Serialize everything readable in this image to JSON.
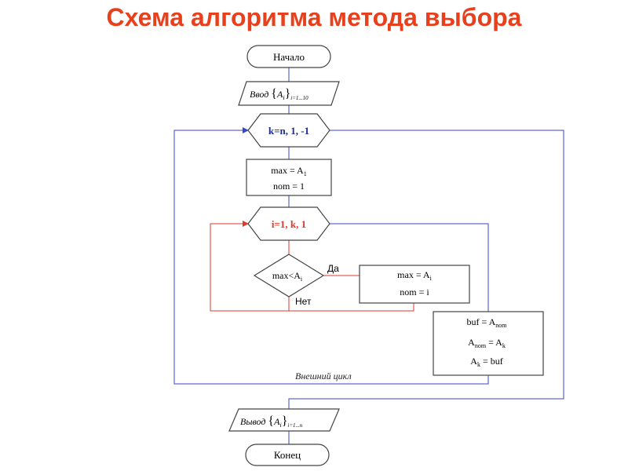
{
  "title": "Схема алгоритма метода выбора",
  "colors": {
    "title": "#e8401c",
    "outer_loop": "#3a46c8",
    "inner_loop": "#e03a2e",
    "node_stroke": "#444444"
  },
  "nodes": {
    "start": "Начало",
    "input_prefix": "Ввод",
    "input_var": "A",
    "input_sub": "i",
    "input_range": "i=1...10",
    "outer_loop": "k=n, 1, -1",
    "init_max": "max = A",
    "init_max_sub": "1",
    "init_nom": "nom = 1",
    "inner_loop": "i=1, k, 1",
    "cond": "max<A",
    "cond_sub": "i",
    "yes": "Да",
    "no": "Нет",
    "assign_max": "max = A",
    "assign_max_sub": "i",
    "assign_nom": "nom = i",
    "swap1_lhs": "buf = A",
    "swap1_sub": "nom",
    "swap2_lhs": "A",
    "swap2_lhs_sub": "nom",
    "swap2_rhs": " = A",
    "swap2_rhs_sub": "k",
    "swap3_lhs": "A",
    "swap3_lhs_sub": "k",
    "swap3_rhs": " = buf",
    "outer_caption": "Внешний цикл",
    "output_prefix": "Вывод",
    "output_var": "A",
    "output_sub": "i",
    "output_range": "i=1...n",
    "end": "Конец"
  }
}
